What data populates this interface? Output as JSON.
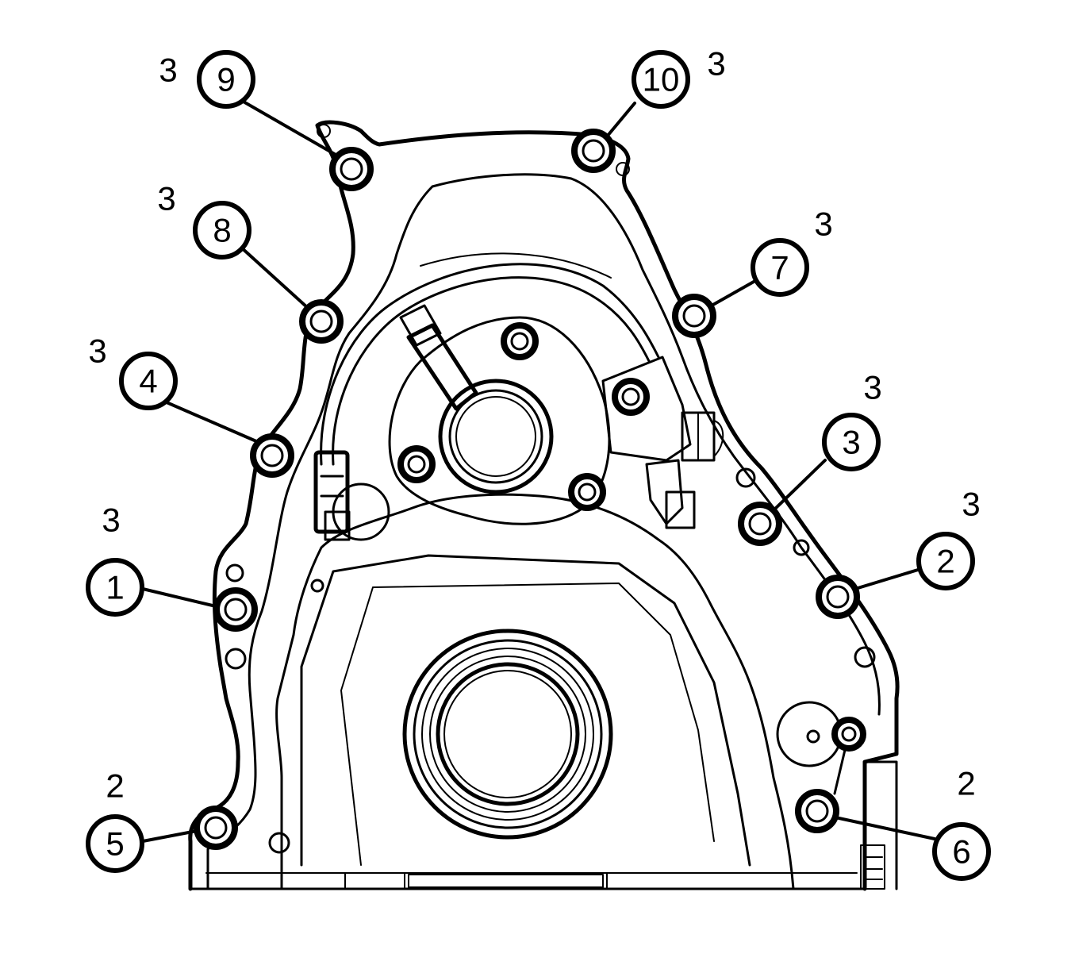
{
  "bolts": [
    {
      "number": "1",
      "pass": "3"
    },
    {
      "number": "2",
      "pass": "3"
    },
    {
      "number": "3",
      "pass": "3"
    },
    {
      "number": "4",
      "pass": "3"
    },
    {
      "number": "5",
      "pass": "2"
    },
    {
      "number": "6",
      "pass": "2"
    },
    {
      "number": "7",
      "pass": "3"
    },
    {
      "number": "8",
      "pass": "3"
    },
    {
      "number": "9",
      "pass": "3"
    },
    {
      "number": "10",
      "pass": "3"
    }
  ]
}
